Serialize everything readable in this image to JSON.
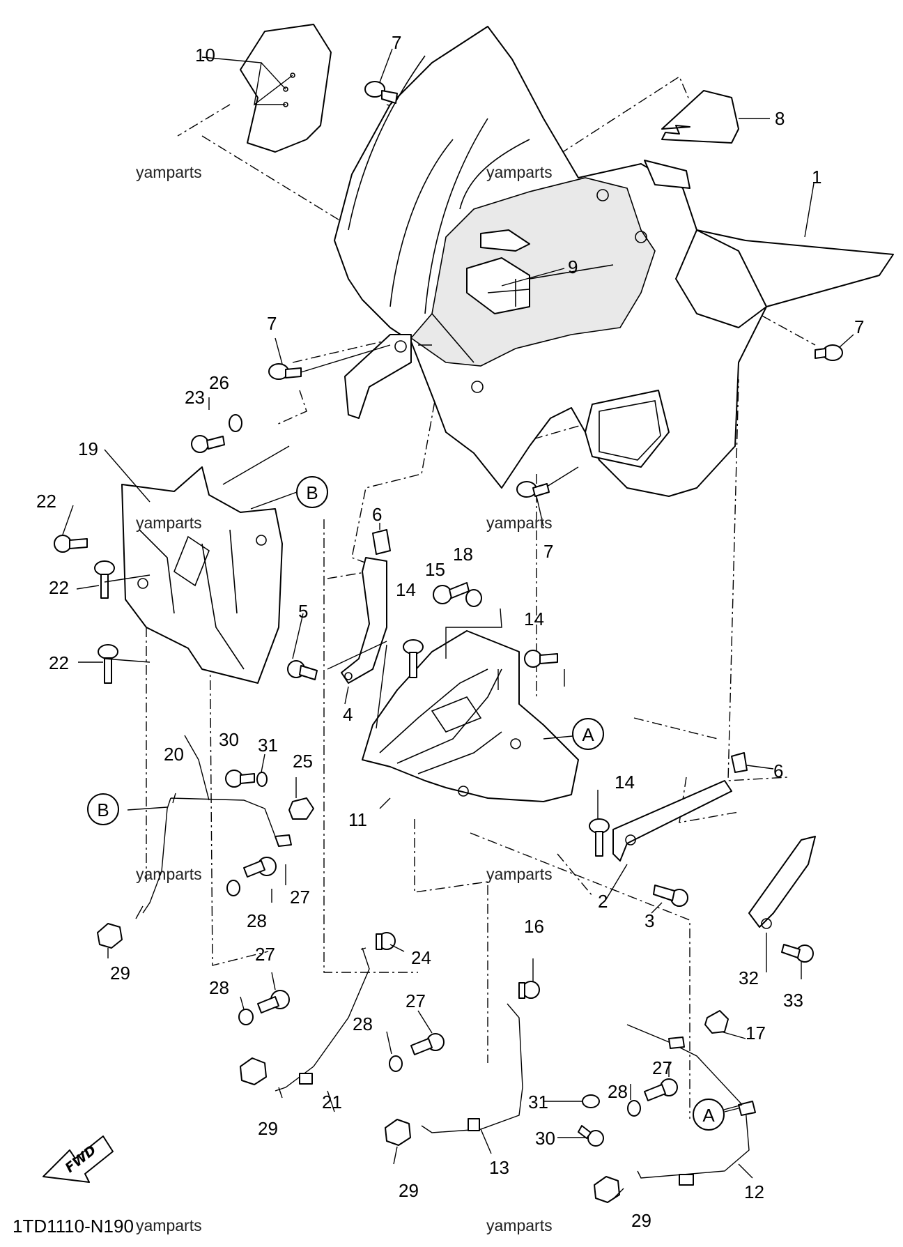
{
  "diagram": {
    "code": "1TD1110-N190",
    "watermark": "yamparts",
    "fwd_label": "FWD",
    "callouts": {
      "A": "A",
      "B": "B"
    },
    "labels": {
      "l10": "10",
      "l7a": "7",
      "l8": "8",
      "l1": "1",
      "l9": "9",
      "l7b": "7",
      "l7c": "7",
      "l23": "23",
      "l26": "26",
      "l19": "19",
      "l22a": "22",
      "l22b": "22",
      "l22c": "22",
      "l6a": "6",
      "l7d": "7",
      "l15": "15",
      "l18": "18",
      "l14a": "14",
      "l14b": "14",
      "l5": "5",
      "l4": "4",
      "l30a": "30",
      "l31a": "31",
      "l20": "20",
      "l25": "25",
      "l11": "11",
      "l6b": "6",
      "l14c": "14",
      "l27a": "27",
      "l28a": "28",
      "l2": "2",
      "l3": "3",
      "l29a": "29",
      "l24": "24",
      "l16": "16",
      "l32": "32",
      "l33": "33",
      "l27b": "27",
      "l28b": "28",
      "l17": "17",
      "l27c": "27",
      "l28c": "28",
      "l29b": "29",
      "l21": "21",
      "l27d": "27",
      "l31b": "31",
      "l28d": "28",
      "l30b": "30",
      "l29c": "29",
      "l13": "13",
      "l12": "12",
      "l29d": "29"
    }
  }
}
